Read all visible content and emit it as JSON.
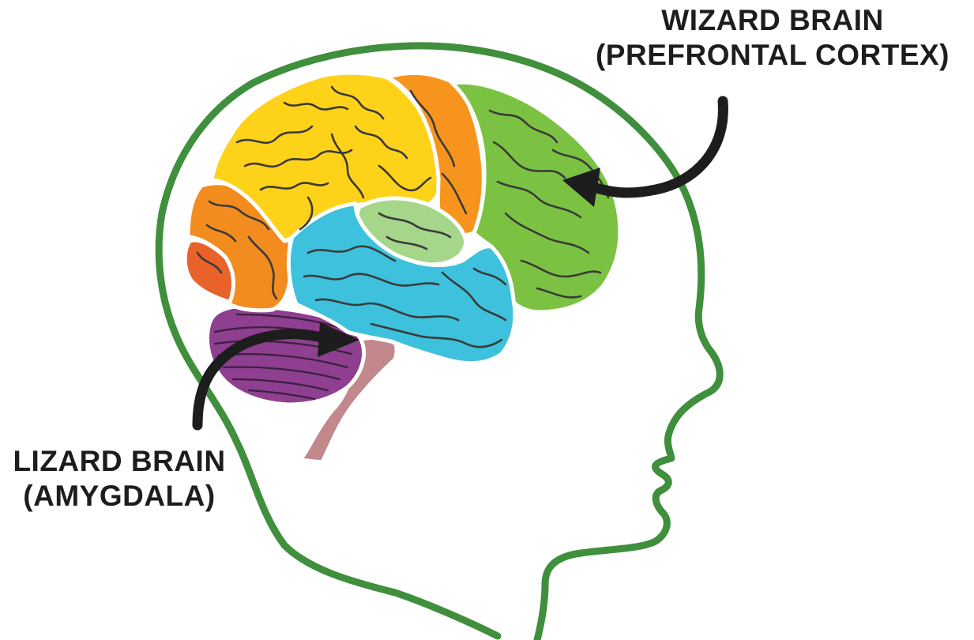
{
  "labels": {
    "wizard": {
      "line1": "WIZARD BRAIN",
      "line2": "(PREFRONTAL CORTEX)"
    },
    "lizard": {
      "line1": "LIZARD BRAIN",
      "line2": "(AMYGDALA)"
    }
  },
  "colors": {
    "head_outline": "#3f8f3c",
    "parietal": "#ffd21a",
    "frontal_orange": "#f7941d",
    "occipital_orange": "#f28c1e",
    "occipital_red": "#e8622a",
    "prefrontal_green": "#7cc242",
    "limbic_light_green": "#a5d68a",
    "temporal_blue": "#3ec1dc",
    "cerebellum": "#8e3f8f",
    "brainstem": "#c2888c",
    "arrow": "#1d1d1d",
    "label_text": "#1d1d1d"
  },
  "icons": {
    "wizard_arrow": "curved-arrow-icon",
    "lizard_arrow": "curved-arrow-icon"
  }
}
